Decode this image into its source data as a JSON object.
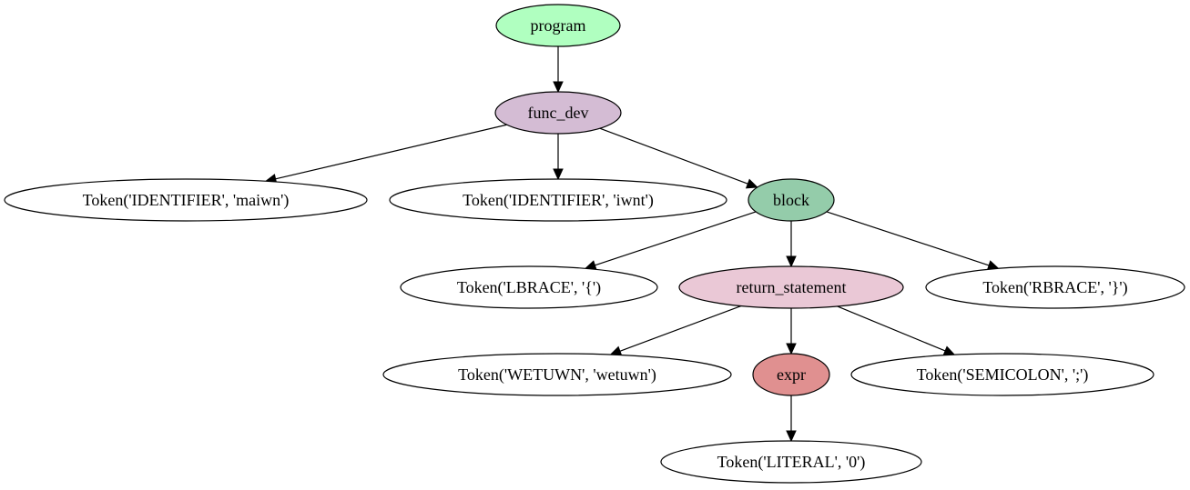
{
  "diagram": {
    "type": "parse-tree",
    "nodes": [
      {
        "id": "program",
        "label": "program",
        "fill": "#b0ffc0"
      },
      {
        "id": "func_dev",
        "label": "func_dev",
        "fill": "#d4bcd4"
      },
      {
        "id": "tok_id_maiwn",
        "label": "Token('IDENTIFIER', 'maiwn')",
        "fill": "#ffffff"
      },
      {
        "id": "tok_id_iwnt",
        "label": "Token('IDENTIFIER', 'iwnt')",
        "fill": "#ffffff"
      },
      {
        "id": "block",
        "label": "block",
        "fill": "#94ccaa"
      },
      {
        "id": "tok_lbrace",
        "label": "Token('LBRACE', '{')",
        "fill": "#ffffff"
      },
      {
        "id": "return_statement",
        "label": "return_statement",
        "fill": "#eac8d6"
      },
      {
        "id": "tok_rbrace",
        "label": "Token('RBRACE', '}')",
        "fill": "#ffffff"
      },
      {
        "id": "tok_wetuwn",
        "label": "Token('WETUWN', 'wetuwn')",
        "fill": "#ffffff"
      },
      {
        "id": "expr",
        "label": "expr",
        "fill": "#e09090"
      },
      {
        "id": "tok_semicolon",
        "label": "Token('SEMICOLON', ';')",
        "fill": "#ffffff"
      },
      {
        "id": "tok_literal",
        "label": "Token('LITERAL', '0')",
        "fill": "#ffffff"
      }
    ],
    "edges": [
      {
        "from": "program",
        "to": "func_dev"
      },
      {
        "from": "func_dev",
        "to": "tok_id_maiwn"
      },
      {
        "from": "func_dev",
        "to": "tok_id_iwnt"
      },
      {
        "from": "func_dev",
        "to": "block"
      },
      {
        "from": "block",
        "to": "tok_lbrace"
      },
      {
        "from": "block",
        "to": "return_statement"
      },
      {
        "from": "block",
        "to": "tok_rbrace"
      },
      {
        "from": "return_statement",
        "to": "tok_wetuwn"
      },
      {
        "from": "return_statement",
        "to": "expr"
      },
      {
        "from": "return_statement",
        "to": "tok_semicolon"
      },
      {
        "from": "expr",
        "to": "tok_literal"
      }
    ]
  }
}
